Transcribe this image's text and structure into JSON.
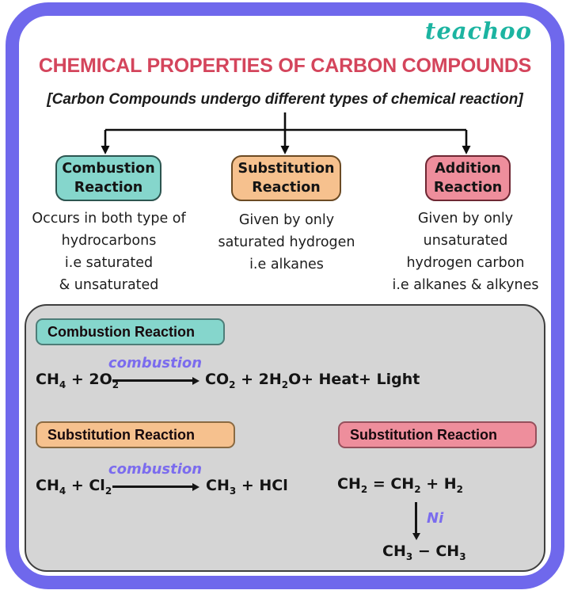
{
  "brand": {
    "name": "teachoo",
    "color": "#1cb4a1"
  },
  "header": {
    "title": "CHEMICAL PROPERTIES OF CARBON COMPOUNDS",
    "title_color": "#d4455c",
    "subtitle": "[Carbon Compounds undergo different types of chemical reaction]"
  },
  "branches": [
    {
      "label": "Combustion\nReaction",
      "color": "#85d6cc",
      "description": "Occurs in both type of\nhydrocarbons\ni.e saturated\n& unsaturated"
    },
    {
      "label": "Substitution\nReaction",
      "color": "#f6c18e",
      "description": "Given by only\nsaturated hydrogen\ni.e alkanes"
    },
    {
      "label": "Addition\nReaction",
      "color": "#ee8e9c",
      "description": "Given by only\nunsaturated\nhydrogen carbon\ni.e alkanes & alkynes"
    }
  ],
  "examples": {
    "combustion": {
      "heading": "Combustion Reaction",
      "color": "#85d6cc",
      "lhs": "CH_4_ + 2O_2_",
      "condition": "combustion",
      "rhs": "CO_2_ + 2H_2_O",
      "byproduct1": "+ Heat",
      "byproduct2": "+ Light"
    },
    "substitution": {
      "heading": "Substitution Reaction",
      "color": "#f6c18e",
      "lhs": "CH_4_ + Cl_2_",
      "condition": "combustion",
      "rhs": "CH_3_ + HCl"
    },
    "addition": {
      "heading": "Substitution Reaction",
      "color": "#ee8e9c",
      "reactants": "CH_2_ = CH_2_ + H_2_",
      "catalyst": "Ni",
      "product": "CH_3_ − CH_3_"
    }
  },
  "colors": {
    "frame": "#6f68ec",
    "accent_text": "#7b6cee",
    "panel_bg": "#d5d5d5",
    "arrow": "#141414"
  }
}
